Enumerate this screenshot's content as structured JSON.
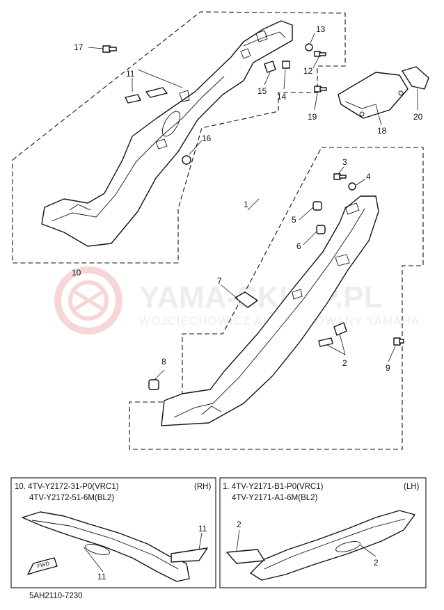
{
  "watermark": {
    "main": "YAMA-SKLEP.PL",
    "sub": "WOJCIECHOWICZ AUTORYZOWANY YAMAHA"
  },
  "callouts": {
    "c1": "1",
    "c2": "2",
    "c2b": "2",
    "c2c": "2",
    "c3": "3",
    "c4": "4",
    "c5": "5",
    "c6": "6",
    "c7": "7",
    "c8": "8",
    "c9": "9",
    "c10": "10",
    "c11": "11",
    "c11b": "11",
    "c11c": "11",
    "c12": "12",
    "c13": "13",
    "c14": "14",
    "c15": "15",
    "c16": "16",
    "c17": "17",
    "c18": "18",
    "c19": "19",
    "c20": "20"
  },
  "inset_rh": {
    "line1": "10. 4TV-Y2172-31-P0(VRC1)",
    "line2": "4TV-Y2172-51-6M(BL2)",
    "side": "(RH)",
    "fwd": "FWD"
  },
  "inset_lh": {
    "line1": "1. 4TV-Y2171-B1-P0(VRC1)",
    "line2": "4TV-Y2171-A1-6M(BL2)",
    "side": "(LH)"
  },
  "figure_code": "5AH2110-7230"
}
